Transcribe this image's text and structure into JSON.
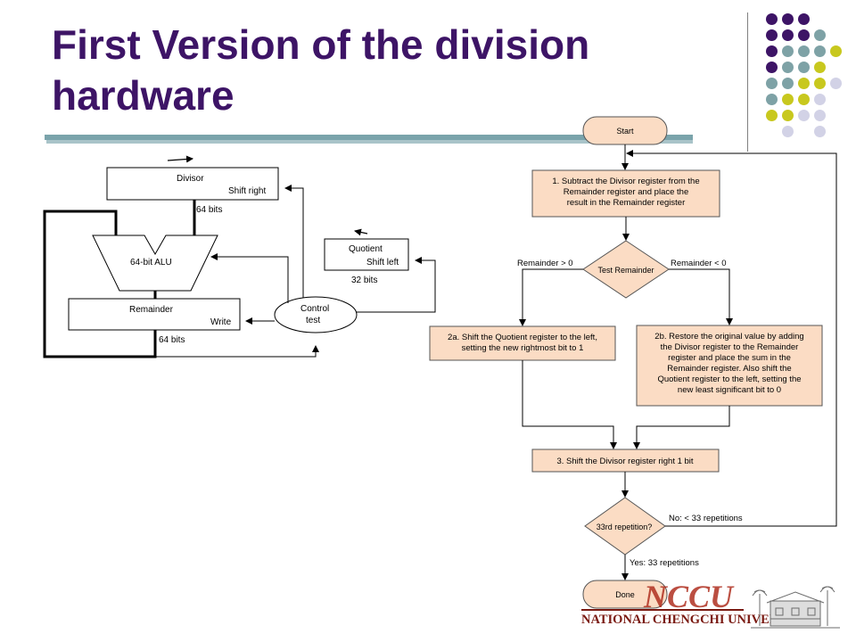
{
  "slide": {
    "title": "First Version of the division hardware"
  },
  "hardware": {
    "divisor_label": "Divisor",
    "divisor_action": "Shift right",
    "divisor_bits": "64 bits",
    "alu_label": "64-bit ALU",
    "remainder_label": "Remainder",
    "remainder_action": "Write",
    "remainder_bits": "64 bits",
    "quotient_label": "Quotient",
    "quotient_action": "Shift left",
    "quotient_bits": "32 bits",
    "control_line1": "Control",
    "control_line2": "test"
  },
  "flowchart": {
    "start": "Start",
    "step1": [
      "1. Subtract the Divisor register from the",
      "Remainder register and place the",
      "result in the Remainder register"
    ],
    "test_remainder": "Test Remainder",
    "branch_ge": "Remainder > 0",
    "branch_lt": "Remainder < 0",
    "step2a": [
      "2a. Shift the Quotient register to the left,",
      "setting the new rightmost bit to 1"
    ],
    "step2b": [
      "2b. Restore the original value by adding",
      "the Divisor register to the Remainder",
      "register and place the sum in the",
      "Remainder register. Also shift the",
      "Quotient register to the left, setting the",
      "new least significant bit to 0"
    ],
    "step3": "3. Shift the Divisor register right 1 bit",
    "repetition_test": "33rd repetition?",
    "no_label": "No:  < 33 repetitions",
    "yes_label": "Yes:  33 repetitions",
    "done": "Done"
  },
  "logo": {
    "university": "NATIONAL CHENGCHI UNIVERSITY",
    "script": "NCCU"
  },
  "colors": {
    "title": "#3d1466",
    "box_fill": "#fbdcc4",
    "box_stroke": "#555555",
    "dot_purple": "#3d1466",
    "dot_teal": "#7ea2a6",
    "dot_yellow": "#c8c81e",
    "dot_lavender": "#d2d2e6"
  }
}
